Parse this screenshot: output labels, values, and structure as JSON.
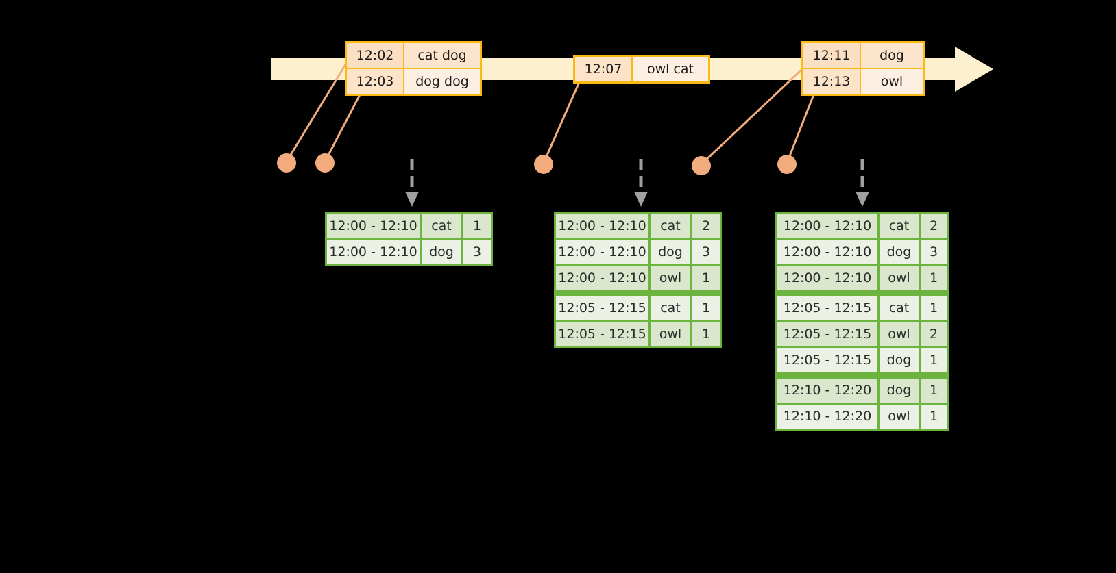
{
  "colors": {
    "background": "#000000",
    "timeline_fill": "#fdf0cf",
    "event_border": "#fdb913",
    "event_time_fill": "#fde3c8",
    "event_value_fill": "#fdf0e3",
    "dot": "#f2ac7d",
    "connector": "#f2ac7d",
    "table_border": "#6cb33f",
    "table_row_odd": "#dbe7cd",
    "table_row_even": "#ecf1e6",
    "arrow_gray": "#a0a0a0"
  },
  "timeline": {
    "name": "event-stream-timeline",
    "events": [
      {
        "group": "group-1",
        "rows": [
          {
            "time": "12:02",
            "value": "cat dog"
          },
          {
            "time": "12:03",
            "value": "dog dog"
          }
        ]
      },
      {
        "group": "group-2",
        "rows": [
          {
            "time": "12:07",
            "value": "owl cat"
          }
        ]
      },
      {
        "group": "group-3",
        "rows": [
          {
            "time": "12:11",
            "value": "dog"
          },
          {
            "time": "12:13",
            "value": "owl"
          }
        ]
      }
    ]
  },
  "markers": [
    {
      "name": "event-marker-1"
    },
    {
      "name": "event-marker-2"
    },
    {
      "name": "event-marker-3"
    },
    {
      "name": "event-marker-4"
    },
    {
      "name": "event-marker-5"
    }
  ],
  "tables": [
    {
      "name": "window-result-table-1",
      "rows": [
        {
          "window": "12:00 - 12:10",
          "word": "cat",
          "count": "1"
        },
        {
          "window": "12:00 - 12:10",
          "word": "dog",
          "count": "3"
        }
      ]
    },
    {
      "name": "window-result-table-2",
      "rows": [
        {
          "window": "12:00 - 12:10",
          "word": "cat",
          "count": "2"
        },
        {
          "window": "12:00 - 12:10",
          "word": "dog",
          "count": "3"
        },
        {
          "window": "12:00 - 12:10",
          "word": "owl",
          "count": "1"
        },
        {
          "window": "12:05 - 12:15",
          "word": "cat",
          "count": "1"
        },
        {
          "window": "12:05 - 12:15",
          "word": "owl",
          "count": "1"
        }
      ]
    },
    {
      "name": "window-result-table-3",
      "rows": [
        {
          "window": "12:00 - 12:10",
          "word": "cat",
          "count": "2"
        },
        {
          "window": "12:00 - 12:10",
          "word": "dog",
          "count": "3"
        },
        {
          "window": "12:00 - 12:10",
          "word": "owl",
          "count": "1"
        },
        {
          "window": "12:05 - 12:15",
          "word": "cat",
          "count": "1"
        },
        {
          "window": "12:05 - 12:15",
          "word": "owl",
          "count": "2"
        },
        {
          "window": "12:05 - 12:15",
          "word": "dog",
          "count": "1"
        },
        {
          "window": "12:10 - 12:20",
          "word": "dog",
          "count": "1"
        },
        {
          "window": "12:10 - 12:20",
          "word": "owl",
          "count": "1"
        }
      ]
    }
  ]
}
